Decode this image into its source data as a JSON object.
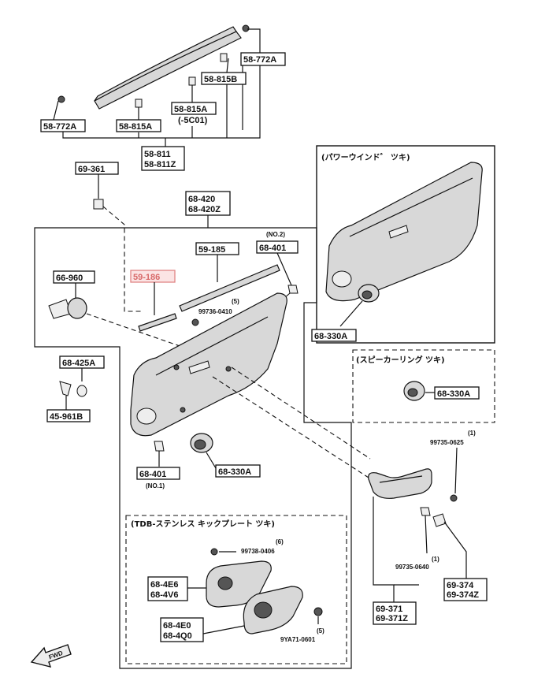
{
  "parts": {
    "p58_772A_top": "58-772A",
    "p58_815B": "58-815B",
    "p58_815A_right": "58-815A",
    "p5C01": "(-5C01)",
    "p58_772A_left": "58-772A",
    "p58_815A_left": "58-815A",
    "p58_811": "58-811",
    "p58_811Z": "58-811Z",
    "p69_361": "69-361",
    "p68_420": "68-420",
    "p68_420Z": "68-420Z",
    "p66_960": "66-960",
    "p59_186": "59-186",
    "p59_185": "59-185",
    "p68_401_top": "68-401",
    "no2": "(NO.2)",
    "p99736": "99736-0410",
    "q5a": "(5)",
    "p68_425A": "68-425A",
    "p45_961B": "45-961B",
    "p68_401_bottom": "68-401",
    "no1": "(NO.1)",
    "p68_330A_bottom": "68-330A",
    "p68_330A_power": "68-330A",
    "p68_330A_speaker": "68-330A",
    "q1a": "(1)",
    "p99735_0625": "99735-0625",
    "q1b": "(1)",
    "p99735_0640": "99735-0640",
    "p69_374": "69-374",
    "p69_374Z": "69-374Z",
    "p69_371": "69-371",
    "p69_371Z": "69-371Z",
    "q6": "(6)",
    "p99738_0406": "99738-0406",
    "p68_4E6": "68-4E6",
    "p68_4V6": "68-4V6",
    "p68_4E0": "68-4E0",
    "p68_4Q0": "68-4Q0",
    "q5b": "(5)",
    "p9YA71": "9YA71-0601"
  },
  "sections": {
    "power_window": "(パワーウインド゛ ツキ)",
    "speaker_ring": "(スピーカーリング ツキ)",
    "kickplate": "(TDB-ステンレス キックプレート ツキ)"
  },
  "arrow_label": "FWD",
  "highlight_color": "#e08585"
}
